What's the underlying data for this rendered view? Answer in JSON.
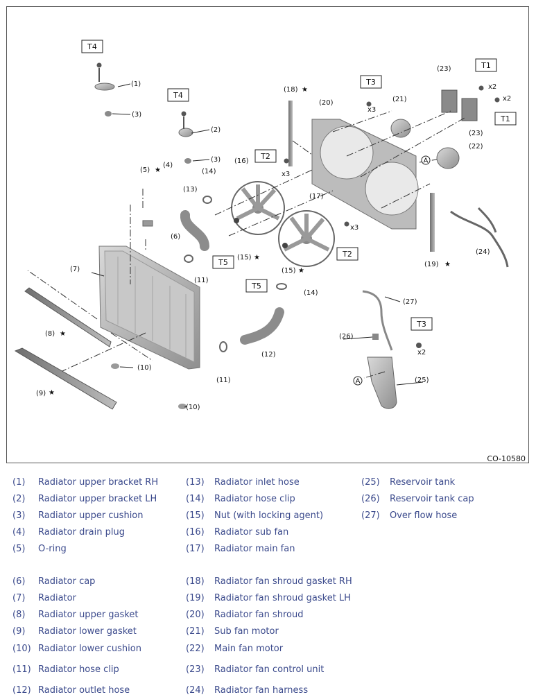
{
  "diagram": {
    "code": "CO-10580",
    "torque_labels": [
      "T4",
      "T4",
      "T3",
      "T1",
      "T1",
      "T2",
      "T5",
      "T5",
      "T2",
      "T3"
    ],
    "multipliers": [
      "x2",
      "x2",
      "x3",
      "x3",
      "x3",
      "x2"
    ],
    "connector_mark": "A",
    "callouts": [
      "(1)",
      "(2)",
      "(3)",
      "(3)",
      "(4)",
      "(5)",
      "(6)",
      "(7)",
      "(8)",
      "(9)",
      "(10)",
      "(10)",
      "(11)",
      "(11)",
      "(12)",
      "(13)",
      "(14)",
      "(14)",
      "(15)",
      "(15)",
      "(16)",
      "(17)",
      "(18)",
      "(19)",
      "(20)",
      "(21)",
      "(22)",
      "(23)",
      "(23)",
      "(24)",
      "(25)",
      "(26)",
      "(27)"
    ],
    "star": "★"
  },
  "legend": {
    "items": [
      {
        "num": "(1)",
        "name": "Radiator upper bracket RH"
      },
      {
        "num": "(2)",
        "name": "Radiator upper bracket LH"
      },
      {
        "num": "(3)",
        "name": "Radiator upper cushion"
      },
      {
        "num": "(4)",
        "name": "Radiator drain plug"
      },
      {
        "num": "(5)",
        "name": "O-ring"
      },
      {
        "num": "(6)",
        "name": "Radiator cap"
      },
      {
        "num": "(7)",
        "name": "Radiator"
      },
      {
        "num": "(8)",
        "name": "Radiator upper gasket"
      },
      {
        "num": "(9)",
        "name": "Radiator lower gasket"
      },
      {
        "num": "(10)",
        "name": "Radiator lower cushion"
      },
      {
        "num": "(11)",
        "name": "Radiator hose clip"
      },
      {
        "num": "(12)",
        "name": "Radiator outlet hose"
      },
      {
        "num": "(13)",
        "name": "Radiator inlet hose"
      },
      {
        "num": "(14)",
        "name": "Radiator hose clip"
      },
      {
        "num": "(15)",
        "name": "Nut (with locking agent)"
      },
      {
        "num": "(16)",
        "name": "Radiator sub fan"
      },
      {
        "num": "(17)",
        "name": "Radiator main fan"
      },
      {
        "num": "(18)",
        "name": "Radiator fan shroud gasket RH"
      },
      {
        "num": "(19)",
        "name": "Radiator fan shroud gasket LH"
      },
      {
        "num": "(20)",
        "name": "Radiator fan shroud"
      },
      {
        "num": "(21)",
        "name": "Sub fan motor"
      },
      {
        "num": "(22)",
        "name": "Main fan motor"
      },
      {
        "num": "(23)",
        "name": "Radiator fan control unit"
      },
      {
        "num": "(24)",
        "name": "Radiator fan harness"
      },
      {
        "num": "(25)",
        "name": "Reservoir tank"
      },
      {
        "num": "(26)",
        "name": "Reservoir tank cap"
      },
      {
        "num": "(27)",
        "name": "Over flow hose"
      }
    ]
  }
}
